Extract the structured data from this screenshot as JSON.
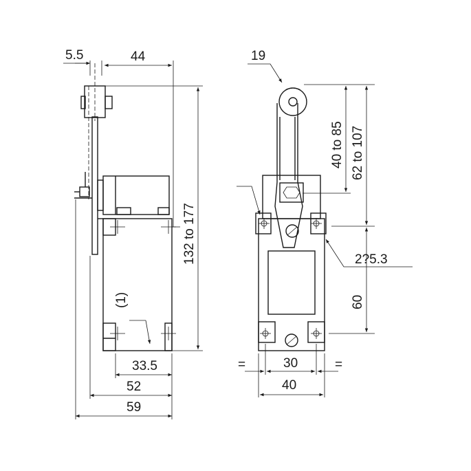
{
  "dimensions": {
    "side": {
      "gap": "5.5",
      "lever_offset": "44",
      "stroke_range": "132 to 177",
      "note": "(1)",
      "base_inner": "33.5",
      "base_mid": "52",
      "overall": "59"
    },
    "front": {
      "roller_dia": "19",
      "arm_short": "40 to 85",
      "arm_long": "62 to 107",
      "holes": "2?5.3",
      "hole_spacing_v": "60",
      "equal_left": "=",
      "equal_right": "=",
      "hole_spacing_h": "30",
      "body_width": "40"
    }
  }
}
